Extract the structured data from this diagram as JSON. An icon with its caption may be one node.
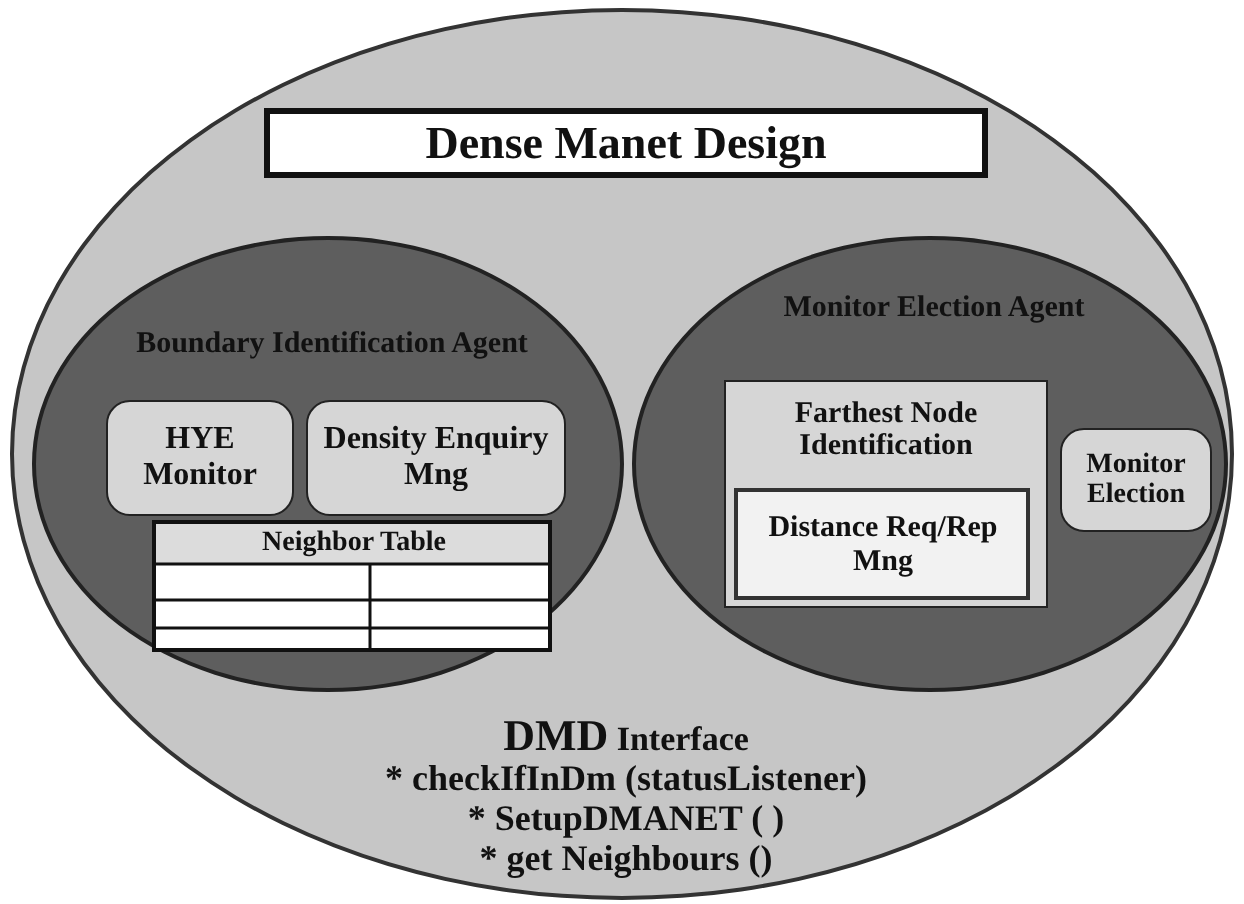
{
  "diagram": {
    "nodes": [
      {
        "text": [
          "**DMD** Interface",
          "* checkIfInDm (statusListener)",
          "* SetupDMANET ( )",
          "* get Neighbours ()"
        ]
      },
      {
        "text": [
          "Dense Manet Design"
        ],
        "in": 0
      },
      {
        "text": [
          "Boundary Identification Agent"
        ],
        "in": 0
      },
      {
        "text": [
          "HYE Monitor"
        ],
        "in": 2
      },
      {
        "text": [
          "Density Enquiry Mng"
        ],
        "in": 2
      },
      {
        "text": [
          "Neighbor Table"
        ],
        "in": 2
      },
      {
        "text": [
          "Monitor Election Agent"
        ],
        "in": 0
      },
      {
        "text": [
          "Farthest Node Identification"
        ],
        "in": 6
      },
      {
        "text": [
          "Distance Req/Rep Mng"
        ],
        "in": 7
      },
      {
        "text": [
          "Monitor Election"
        ],
        "in": 6
      }
    ]
  }
}
